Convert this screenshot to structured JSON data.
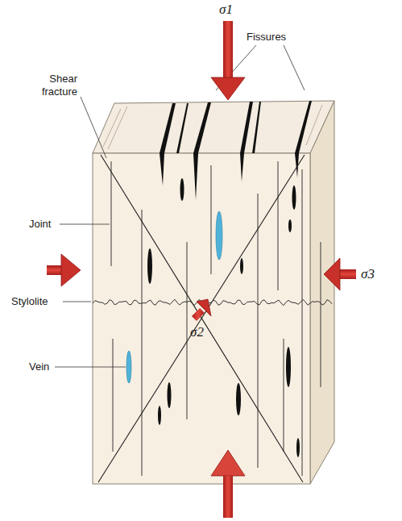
{
  "diagram": {
    "labels": [
      "σ1",
      "Fissures",
      "Shear fracture",
      "Joint",
      "Stylolite",
      "Vein",
      "σ2",
      "σ3"
    ]
  }
}
